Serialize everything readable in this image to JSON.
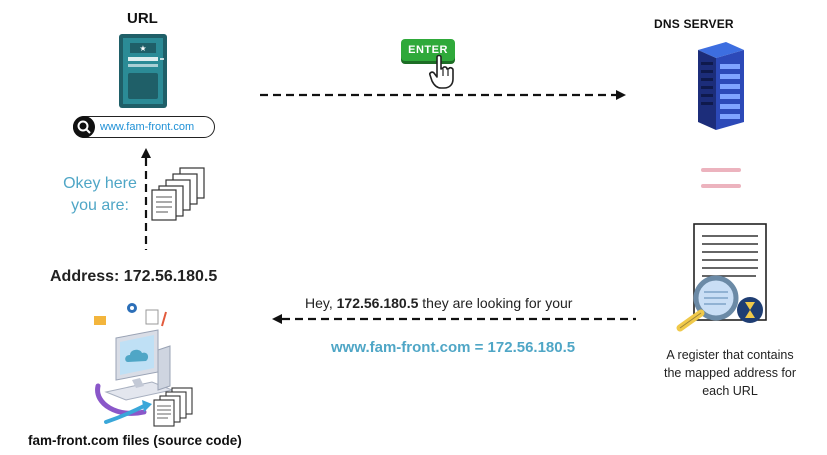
{
  "labels": {
    "url_title": "URL",
    "dns_title": "DNS SERVER",
    "search_url": "www.fam-front.com",
    "okey_line1": "Okey here",
    "okey_line2": "you are:",
    "address": "Address: 172.56.180.5",
    "hey_prefix": "Hey, ",
    "hey_ip": "172.56.180.5",
    "hey_suffix": " they are looking for your",
    "mapping": "www.fam-front.com = 172.56.180.5",
    "register_line1": "A register that contains",
    "register_line2": "the mapped address for",
    "register_line3": "each URL",
    "files": "fam-front.com files (source code)",
    "enter": "ENTER"
  },
  "icons": {
    "phone": "mobile-phone-icon",
    "search": "search-icon",
    "server": "server-rack-icon",
    "pointer": "hand-pointer-icon",
    "documents": "documents-stack-icon",
    "register": "register-document-magnifier-icon",
    "computer": "computer-cloud-files-icon"
  },
  "colors": {
    "accent_blue": "#4fa6c6",
    "link_blue": "#1e90d6",
    "enter_green": "#2fa93a",
    "arrow": "#111111",
    "dash_pink": "#e59aa8"
  }
}
